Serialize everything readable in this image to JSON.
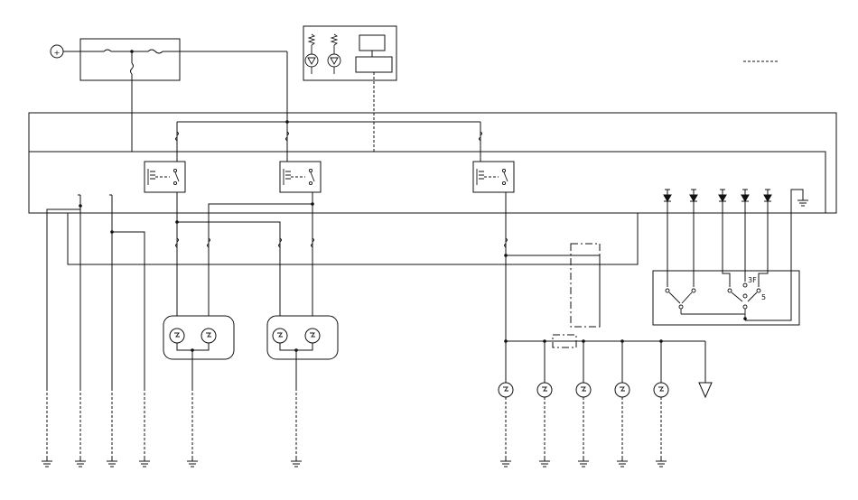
{
  "diagram": {
    "power_symbol": "+",
    "switch_labels": [
      "3F",
      "5"
    ],
    "legend_style": "dashed"
  }
}
